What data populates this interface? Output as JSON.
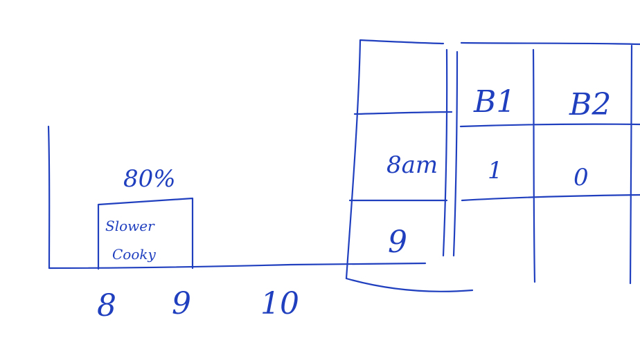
{
  "timeline": {
    "bar_label": "80%",
    "bar_text_line1": "Slower",
    "bar_text_line2": "Cooky",
    "ticks": [
      "8",
      "9",
      "10"
    ]
  },
  "time_table": {
    "rows": [
      "8am",
      "9"
    ]
  },
  "value_table": {
    "headers": [
      "B1",
      "B2"
    ],
    "row1": [
      "1",
      "0"
    ]
  }
}
